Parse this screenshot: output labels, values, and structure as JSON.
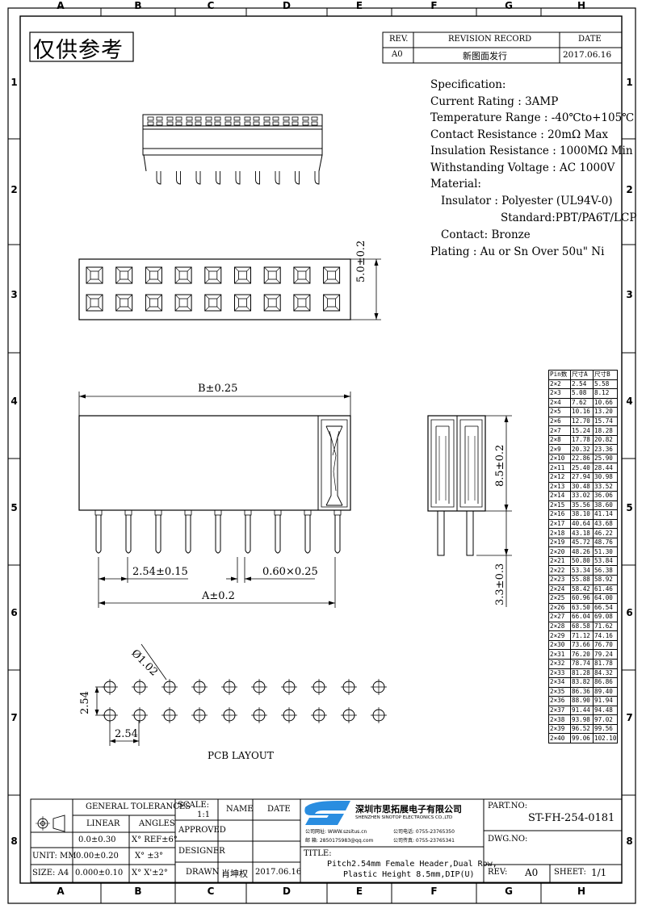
{
  "zones": {
    "columns": [
      "A",
      "B",
      "C",
      "D",
      "E",
      "F",
      "G",
      "H"
    ],
    "rows": [
      "1",
      "2",
      "3",
      "4",
      "5",
      "6",
      "7",
      "8"
    ]
  },
  "stamp": "仅供参考",
  "revision": {
    "rev_header": "REV.",
    "record_header": "REVISION RECORD",
    "date_header": "DATE",
    "rev": "A0",
    "record": "新图面发行",
    "date": "2017.06.16"
  },
  "spec": {
    "title": "Specification:",
    "current": "Current Rating : 3AMP",
    "temperature": "Temperature Range : -40℃to+105℃",
    "contact_res": "Contact Resistance : 20mΩ Max",
    "insulation_res": "Insulation Resistance : 1000MΩ Min",
    "voltage": "Withstanding Voltage : AC 1000V",
    "material": "Material:",
    "insulator": "Insulator : Polyester (UL94V-0)",
    "standard": "Standard:PBT/PA6T/LCP",
    "contact": "Contact: Bronze",
    "plating": "Plating : Au or Sn Over 50u\" Ni"
  },
  "dims": {
    "width": "5.0±0.2",
    "b": "B±0.25",
    "pitch": "2.54±0.15",
    "pin": "0.60×0.25",
    "a": "A±0.2",
    "height": "8.5±0.2",
    "tail": "3.3±0.3",
    "hole": "Ø1.02",
    "row_pitch": "2.54",
    "col_pitch": "2.54",
    "pcb": "PCB LAYOUT"
  },
  "pin_table": {
    "headers": [
      "Pin数",
      "尺寸A",
      "尺寸B"
    ],
    "rows": [
      [
        "2×2",
        "2.54",
        "5.58"
      ],
      [
        "2×3",
        "5.08",
        "8.12"
      ],
      [
        "2×4",
        "7.62",
        "10.66"
      ],
      [
        "2×5",
        "10.16",
        "13.20"
      ],
      [
        "2×6",
        "12.70",
        "15.74"
      ],
      [
        "2×7",
        "15.24",
        "18.28"
      ],
      [
        "2×8",
        "17.78",
        "20.82"
      ],
      [
        "2×9",
        "20.32",
        "23.36"
      ],
      [
        "2×10",
        "22.86",
        "25.90"
      ],
      [
        "2×11",
        "25.40",
        "28.44"
      ],
      [
        "2×12",
        "27.94",
        "30.98"
      ],
      [
        "2×13",
        "30.48",
        "33.52"
      ],
      [
        "2×14",
        "33.02",
        "36.06"
      ],
      [
        "2×15",
        "35.56",
        "38.60"
      ],
      [
        "2×16",
        "38.10",
        "41.14"
      ],
      [
        "2×17",
        "40.64",
        "43.68"
      ],
      [
        "2×18",
        "43.18",
        "46.22"
      ],
      [
        "2×19",
        "45.72",
        "48.76"
      ],
      [
        "2×20",
        "48.26",
        "51.30"
      ],
      [
        "2×21",
        "50.80",
        "53.84"
      ],
      [
        "2×22",
        "53.34",
        "56.38"
      ],
      [
        "2×23",
        "55.88",
        "58.92"
      ],
      [
        "2×24",
        "58.42",
        "61.46"
      ],
      [
        "2×25",
        "60.96",
        "64.00"
      ],
      [
        "2×26",
        "63.50",
        "66.54"
      ],
      [
        "2×27",
        "66.04",
        "69.08"
      ],
      [
        "2×28",
        "68.58",
        "71.62"
      ],
      [
        "2×29",
        "71.12",
        "74.16"
      ],
      [
        "2×30",
        "73.66",
        "76.70"
      ],
      [
        "2×31",
        "76.20",
        "79.24"
      ],
      [
        "2×32",
        "78.74",
        "81.78"
      ],
      [
        "2×33",
        "81.28",
        "84.32"
      ],
      [
        "2×34",
        "83.82",
        "86.86"
      ],
      [
        "2×35",
        "86.36",
        "89.40"
      ],
      [
        "2×36",
        "88.90",
        "91.94"
      ],
      [
        "2×37",
        "91.44",
        "94.48"
      ],
      [
        "2×38",
        "93.98",
        "97.02"
      ],
      [
        "2×39",
        "96.52",
        "99.56"
      ],
      [
        "2×40",
        "99.06",
        "102.10"
      ]
    ]
  },
  "title_block": {
    "general_tol": "GENERAL TOLERANCES",
    "linear": "LINEAR",
    "angles": "ANGLES",
    "tol1": "0.0±0.30",
    "ang1": "X° REF±6°",
    "tol2": "0.00±0.20",
    "ang2": "X° ±3°",
    "tol3": "0.000±0.10",
    "ang3": "X° X'±2°",
    "unit": "UNIT: MM",
    "size": "SIZE: A4",
    "scale_label": "SCALE:",
    "scale": "1:1",
    "name": "NAME",
    "date": "DATE",
    "approved": "APPROVED",
    "designer": "DESIGNER",
    "drawn": "DRAWN",
    "drawn_name": "肖坤权",
    "drawn_date": "2017.06.16",
    "company_cn": "深圳市思拓展电子有限公司",
    "company_en": "SHENZHEN SINOTOP ELECTRONICS CO.,LTD",
    "contact1": "公司网址: WWW.szsitus.cn",
    "contact2": "邮 箱: 2850175983@qq.com",
    "contact3": "公司电话: 0755-23765350",
    "contact4": "公司传真: 0755-23765341",
    "title_label": "TITLE:",
    "title1": "Pitch2.54mm Female Header,Dual Row,",
    "title2": "Plastic Height 8.5mm,DIP(U)",
    "part_label": "PART.NO:",
    "part": "ST-FH-254-0181",
    "dwg_label": "DWG.NO:",
    "rev_label": "REV:",
    "rev": "A0",
    "sheet_label": "SHEET:",
    "sheet": "1/1"
  }
}
